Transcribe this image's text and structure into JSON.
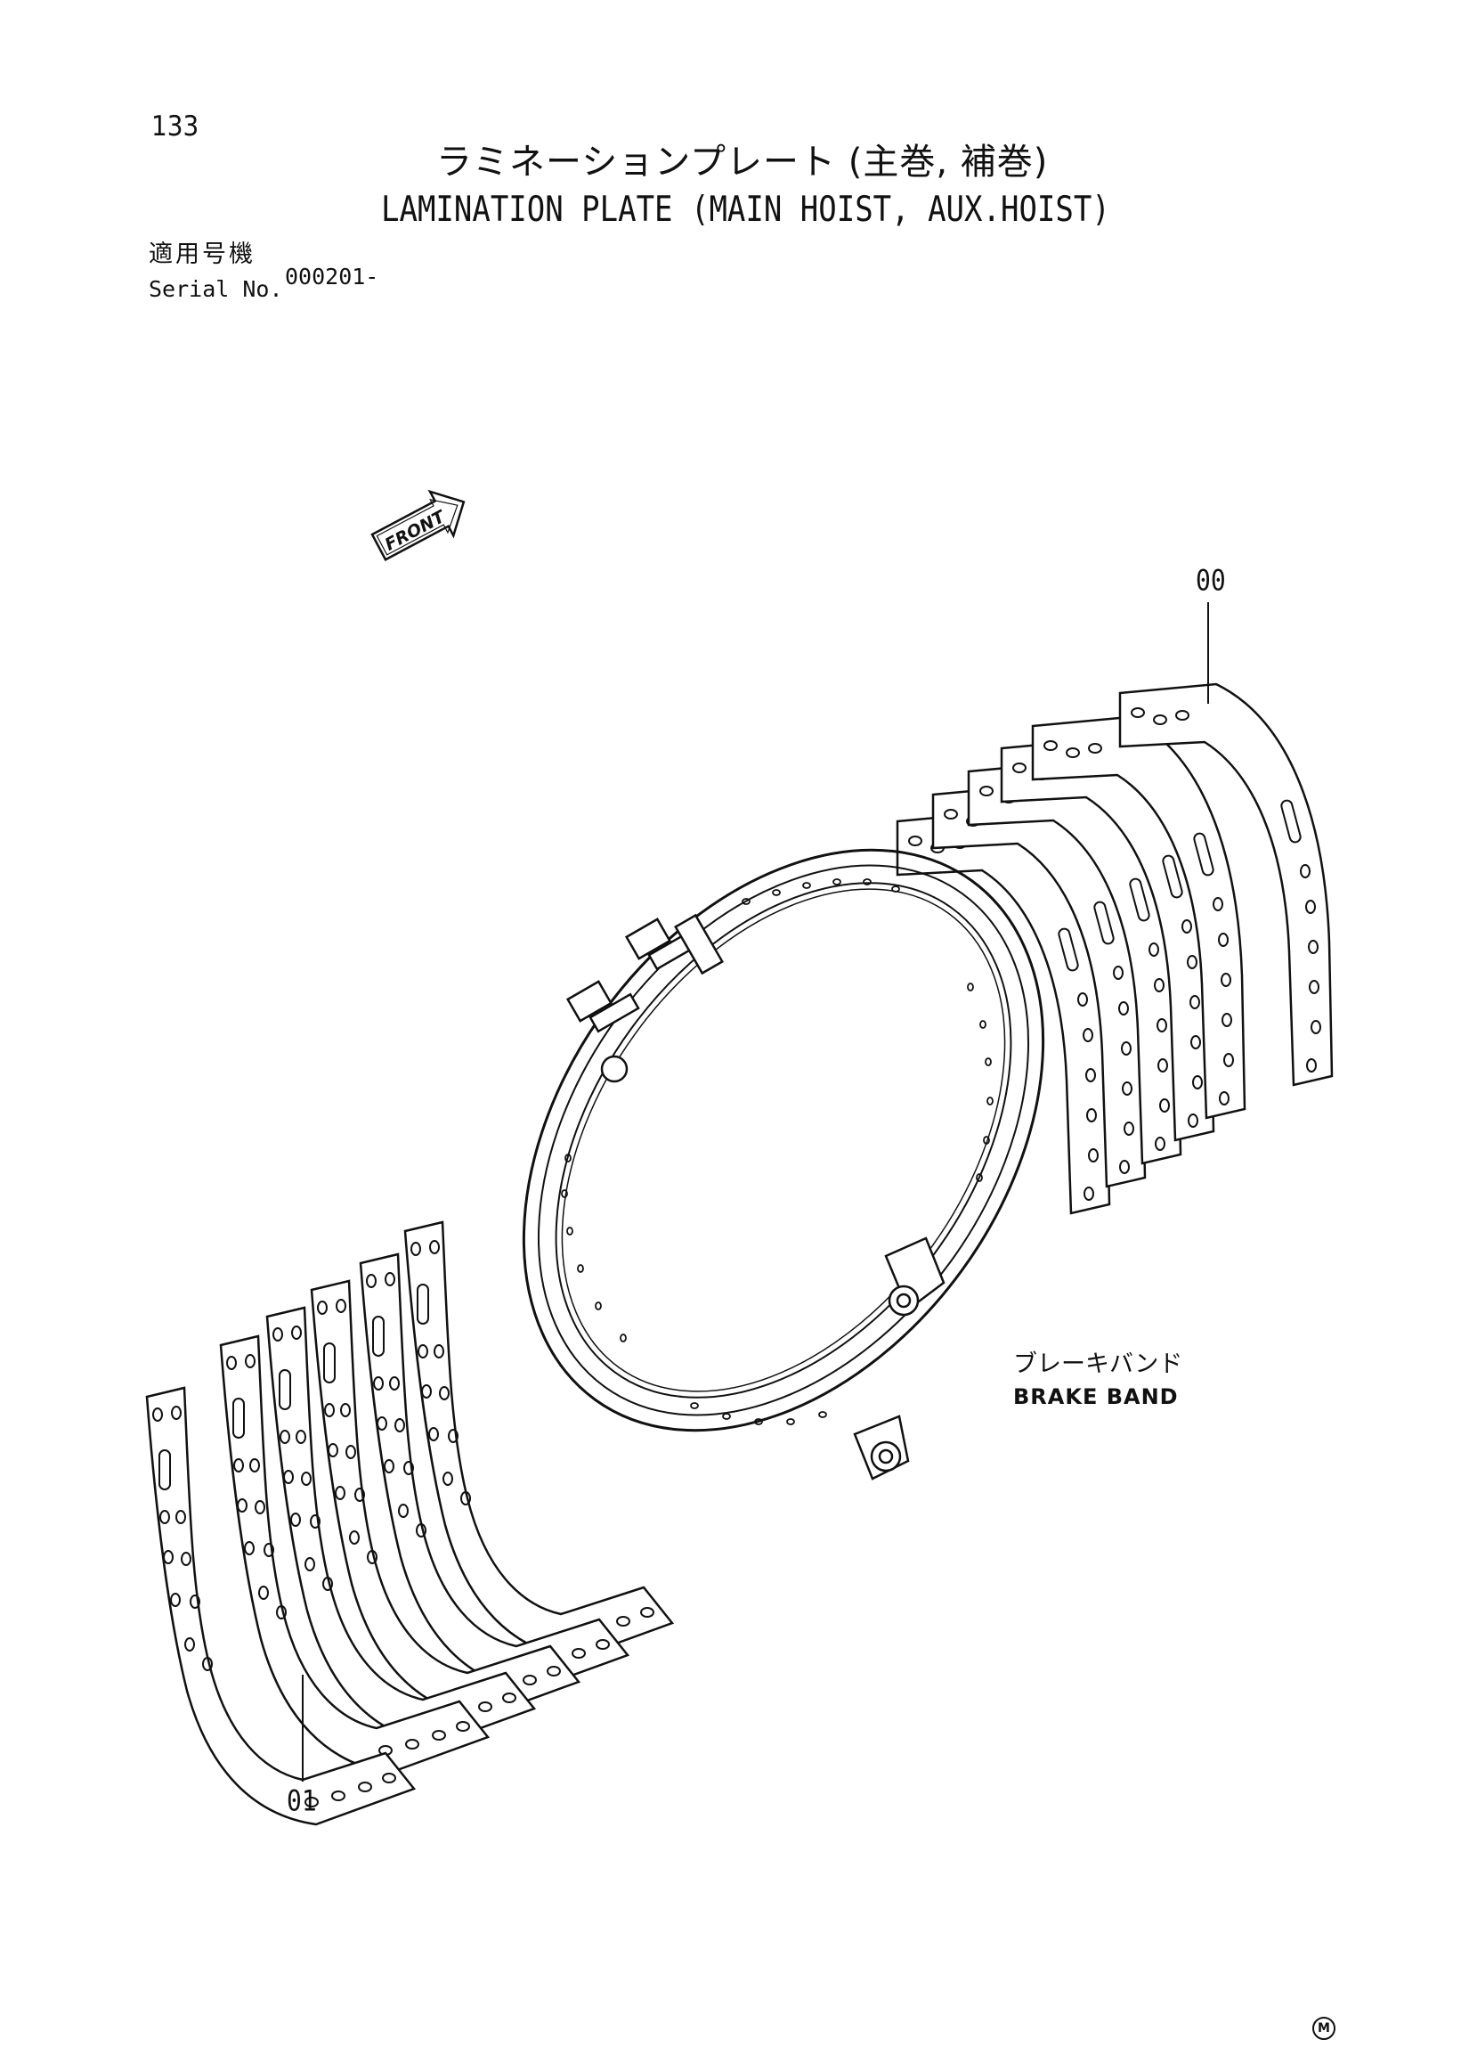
{
  "page": {
    "number": "133"
  },
  "title": {
    "jp": "ラミネーションプレート (主巻, 補巻)",
    "en": "LAMINATION PLATE (MAIN HOIST, AUX.HOIST)"
  },
  "serial": {
    "label_jp": "適用号機",
    "label_en": "Serial No.",
    "value": "000201-"
  },
  "front_marker": {
    "label": "FRONT"
  },
  "callouts": {
    "upper": "00",
    "lower": "01"
  },
  "brake_band": {
    "label_jp": "ブレーキバンド",
    "label_en": "BRAKE BAND"
  },
  "mark": {
    "symbol": "M"
  }
}
